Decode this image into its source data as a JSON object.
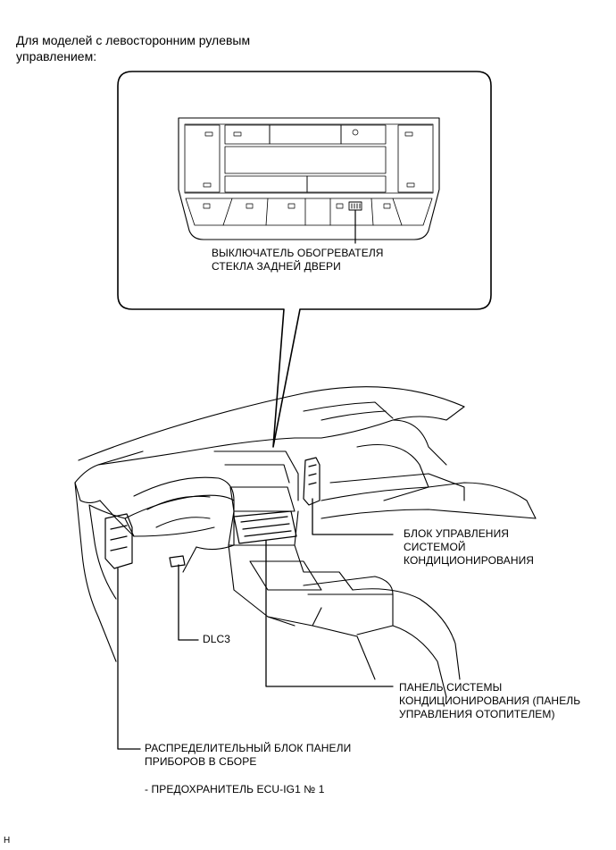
{
  "intro_text": "Для моделей с левосторонним рулевым\nуправлением:",
  "callout_label": "ВЫКЛЮЧАТЕЛЬ ОБОГРЕВАТЕЛЯ\nСТЕКЛА ЗАДНЕЙ ДВЕРИ",
  "labels": {
    "ac_amplifier": "БЛОК УПРАВЛЕНИЯ\nСИСТЕМОЙ\nКОНДИЦИОНИРОВАНИЯ",
    "dlc3": "DLC3",
    "ac_panel": "ПАНЕЛЬ СИСТЕМЫ\nКОНДИЦИОНИРОВАНИЯ (ПАНЕЛЬ\nУПРАВЛЕНИЯ ОТОПИТЕЛЕМ)",
    "junction_block": "РАСПРЕДЕЛИТЕЛЬНЫЙ БЛОК ПАНЕЛИ\nПРИБОРОВ В СБОРЕ",
    "fuse": "- ПРЕДОХРАНИТЕЛЬ ECU-IG1 № 1"
  },
  "corner_mark": "H"
}
